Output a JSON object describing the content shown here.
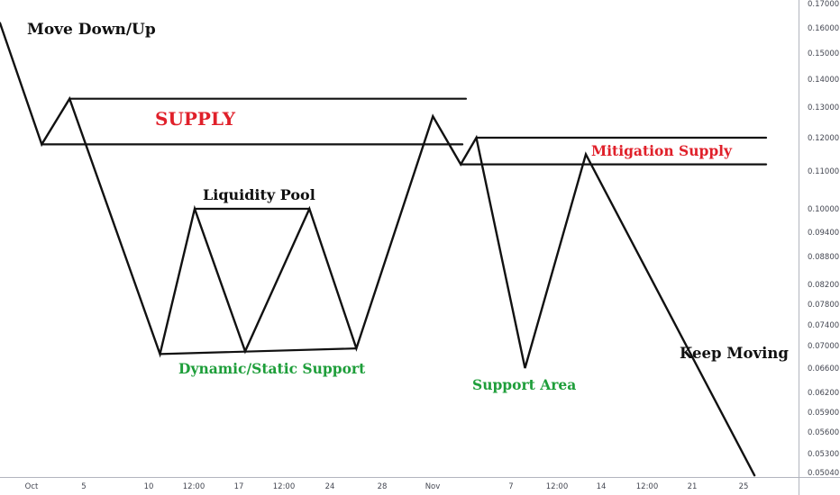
{
  "chart_data": {
    "type": "line",
    "title": "",
    "xlabel": "",
    "ylabel": "",
    "grid": false,
    "legend": "none",
    "ylim": [
      0.05,
      0.17
    ],
    "y_ticks": [
      "0.17000",
      "0.16000",
      "0.15000",
      "0.14000",
      "0.13000",
      "0.12000",
      "0.11000",
      "0.10000",
      "0.09400",
      "0.08800",
      "0.08200",
      "0.07800",
      "0.07400",
      "0.07000",
      "0.06600",
      "0.06200",
      "0.05900",
      "0.05600",
      "0.05300",
      "0.05040"
    ],
    "x_ticks": [
      "Oct",
      "5",
      "10",
      "12:00",
      "17",
      "12:00",
      "24",
      "28",
      "Nov",
      "7",
      "12:00",
      "14",
      "12:00",
      "21",
      "25"
    ],
    "series": [
      {
        "points": [
          {
            "t": 0.0,
            "v": 0.162
          },
          {
            "t": 2.4,
            "v": 0.118
          },
          {
            "t": 4.0,
            "v": 0.133
          },
          {
            "t": 9.2,
            "v": 0.0685
          },
          {
            "t": 11.2,
            "v": 0.1
          },
          {
            "t": 14.1,
            "v": 0.069
          },
          {
            "t": 17.8,
            "v": 0.1
          },
          {
            "t": 20.5,
            "v": 0.0695
          },
          {
            "t": 24.9,
            "v": 0.127
          },
          {
            "t": 26.5,
            "v": 0.112
          },
          {
            "t": 27.4,
            "v": 0.12
          },
          {
            "t": 30.2,
            "v": 0.066
          },
          {
            "t": 33.7,
            "v": 0.115
          },
          {
            "t": 43.4,
            "v": 0.05
          }
        ]
      }
    ],
    "levels": [
      {
        "name": "supply-top",
        "v": 0.133,
        "t_start": 4.0,
        "t_end": 26.8
      },
      {
        "name": "supply-bottom",
        "v": 0.118,
        "t_start": 2.4,
        "t_end": 26.6
      },
      {
        "name": "mitigation-top",
        "v": 0.12,
        "t_start": 27.4,
        "t_end": 45.0
      },
      {
        "name": "mitigation-bottom",
        "v": 0.112,
        "t_start": 26.5,
        "t_end": 45.0
      },
      {
        "name": "liquidity-pool",
        "v": 0.1,
        "t_start": 11.2,
        "t_end": 17.8
      },
      {
        "name": "support-line",
        "t_start": 9.2,
        "v_start": 0.0685,
        "t_end": 20.5,
        "v_end": 0.0695
      }
    ],
    "annotations": [
      {
        "key": "move",
        "text": "Move Down/Up",
        "color": "#111111"
      },
      {
        "key": "supply",
        "text": "SUPPLY",
        "color": "#e0202a"
      },
      {
        "key": "liquidity",
        "text": "Liquidity Pool",
        "color": "#111111"
      },
      {
        "key": "support",
        "text": "Dynamic/Static Support",
        "color": "#1e9e3a"
      },
      {
        "key": "mitigation",
        "text": "Mitigation Supply",
        "color": "#e0202a"
      },
      {
        "key": "supportArea",
        "text": "Support Area",
        "color": "#1e9e3a"
      },
      {
        "key": "keep",
        "text": "Keep Moving",
        "color": "#111111"
      }
    ]
  }
}
